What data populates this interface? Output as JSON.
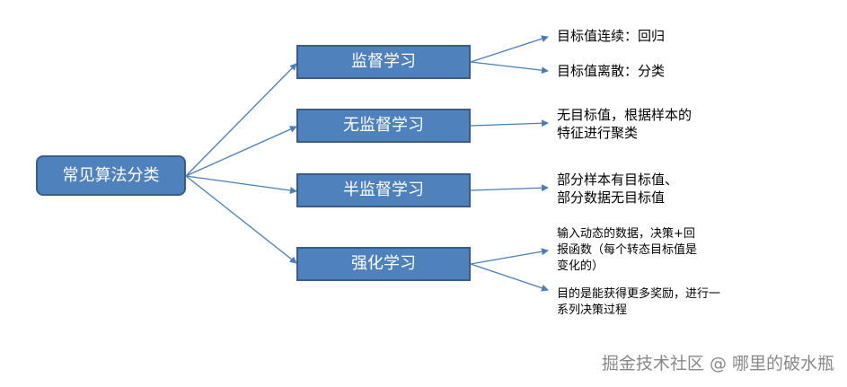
{
  "root": {
    "label": "常见算法分类"
  },
  "categories": [
    {
      "label": "监督学习",
      "notes": [
        "目标值连续：回归",
        "目标值离散：分类"
      ]
    },
    {
      "label": "无监督学习",
      "notes": [
        "无目标值，根据样本的\n特征进行聚类"
      ]
    },
    {
      "label": "半监督学习",
      "notes": [
        "部分样本有目标值、\n部分数据无目标值"
      ]
    },
    {
      "label": "强化学习",
      "notes": [
        "输入动态的数据，决策+回\n报函数（每个转态目标值是\n变化的）",
        "目的是能获得更多奖励，进行一\n系列决策过程"
      ]
    }
  ],
  "watermark": "掘金技术社区 @ 哪里的破水瓶",
  "colors": {
    "node_fill": "#4f81bd",
    "node_border": "#385d8a",
    "line": "#4a7ebb"
  }
}
